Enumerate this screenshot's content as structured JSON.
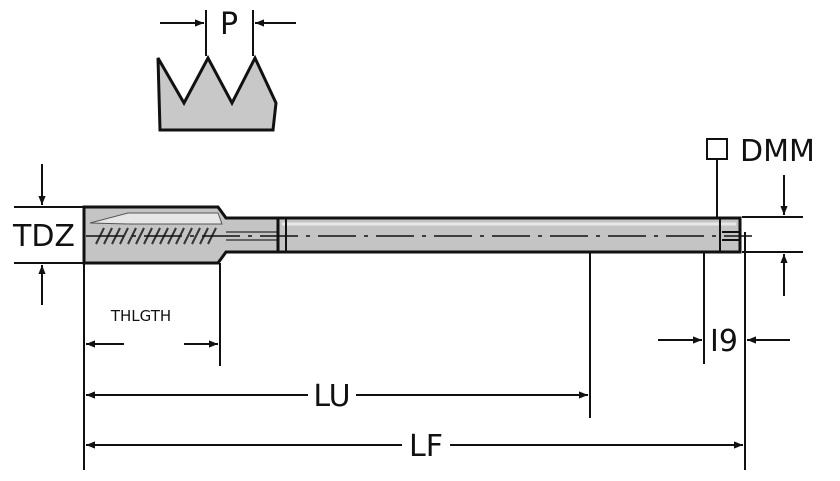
{
  "labels": {
    "pitch": "P",
    "dmm": "DMM",
    "tdz": "TDZ",
    "thlgth": "THLGTH",
    "lu": "LU",
    "lf": "LF",
    "i9": "I9"
  },
  "colors": {
    "ink": "#111111",
    "tool_fill": "#c4c4c4",
    "thread_fill": "#c8c8c8"
  }
}
